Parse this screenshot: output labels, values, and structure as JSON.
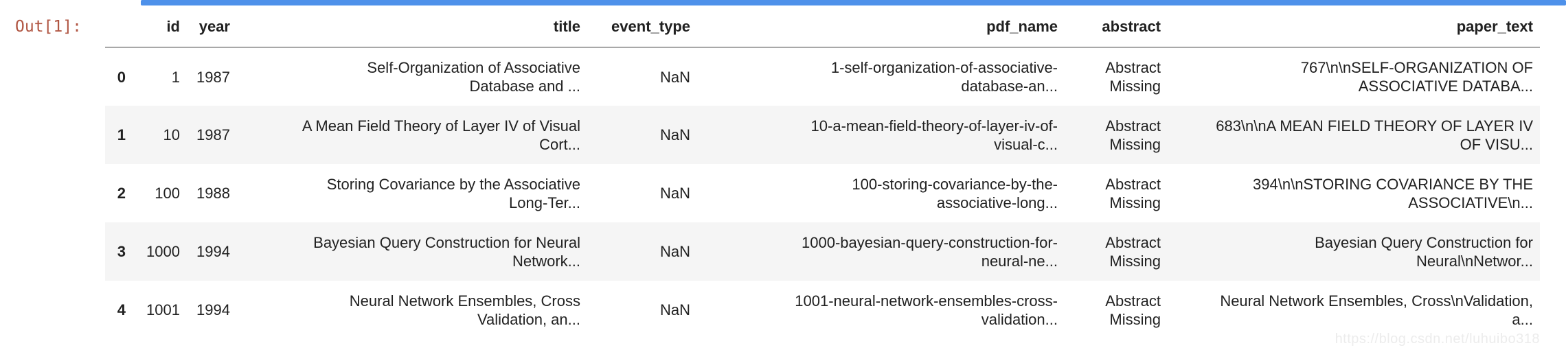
{
  "output": {
    "prompt": "Out[1]:"
  },
  "colors": {
    "prompt_color": "#b15643",
    "focus_bar_blue": "#4e91ea",
    "row_stripe": "#f5f5f5",
    "header_border": "#a8a8a8"
  },
  "watermark": {
    "text": "https://blog.csdn.net/luhuibo318"
  },
  "table": {
    "columns": [
      "",
      "id",
      "year",
      "title",
      "event_type",
      "pdf_name",
      "abstract",
      "paper_text"
    ],
    "rows": [
      {
        "index": "0",
        "id": "1",
        "year": "1987",
        "title": "Self-Organization of Associative\nDatabase and ...",
        "event_type": "NaN",
        "pdf_name": "1-self-organization-of-associative-\ndatabase-an...",
        "abstract": "Abstract\nMissing",
        "paper_text": "767\\n\\nSELF-ORGANIZATION OF\nASSOCIATIVE DATABA..."
      },
      {
        "index": "1",
        "id": "10",
        "year": "1987",
        "title": "A Mean Field Theory of Layer IV of Visual\nCort...",
        "event_type": "NaN",
        "pdf_name": "10-a-mean-field-theory-of-layer-iv-of-\nvisual-c...",
        "abstract": "Abstract\nMissing",
        "paper_text": "683\\n\\nA MEAN FIELD THEORY OF LAYER IV\nOF VISU..."
      },
      {
        "index": "2",
        "id": "100",
        "year": "1988",
        "title": "Storing Covariance by the Associative\nLong-Ter...",
        "event_type": "NaN",
        "pdf_name": "100-storing-covariance-by-the-\nassociative-long...",
        "abstract": "Abstract\nMissing",
        "paper_text": "394\\n\\nSTORING COVARIANCE BY THE\nASSOCIATIVE\\n..."
      },
      {
        "index": "3",
        "id": "1000",
        "year": "1994",
        "title": "Bayesian Query Construction for Neural\nNetwork...",
        "event_type": "NaN",
        "pdf_name": "1000-bayesian-query-construction-for-\nneural-ne...",
        "abstract": "Abstract\nMissing",
        "paper_text": "Bayesian Query Construction for\nNeural\\nNetwor..."
      },
      {
        "index": "4",
        "id": "1001",
        "year": "1994",
        "title": "Neural Network Ensembles, Cross\nValidation, an...",
        "event_type": "NaN",
        "pdf_name": "1001-neural-network-ensembles-cross-\nvalidation...",
        "abstract": "Abstract\nMissing",
        "paper_text": "Neural Network Ensembles, Cross\\nValidation,\na..."
      }
    ]
  }
}
